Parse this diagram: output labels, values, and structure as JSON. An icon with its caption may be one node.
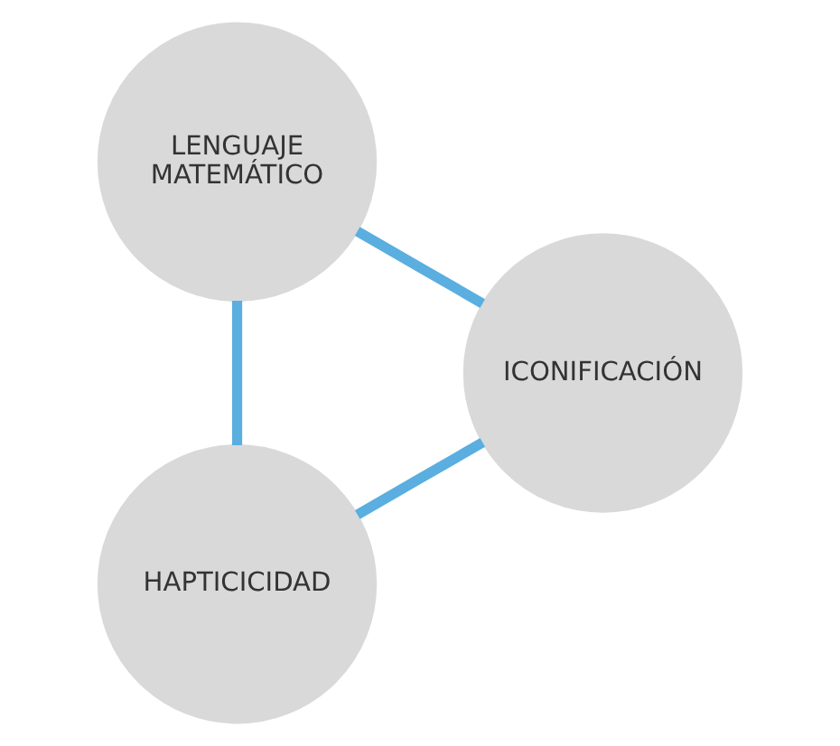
{
  "diagram": {
    "nodes": [
      {
        "text": [
          "HAPTICICIDAD"
        ]
      },
      {
        "text": [
          "LENGUAJE MATEMÁTICO"
        ]
      },
      {
        "text": [
          "ICONIFICACIÓN"
        ]
      }
    ],
    "edges": [
      {
        "from": 0,
        "to": 1,
        "arrow": "none"
      },
      {
        "from": 1,
        "to": 2,
        "arrow": "none"
      },
      {
        "from": 2,
        "to": 0,
        "arrow": "none"
      }
    ]
  }
}
